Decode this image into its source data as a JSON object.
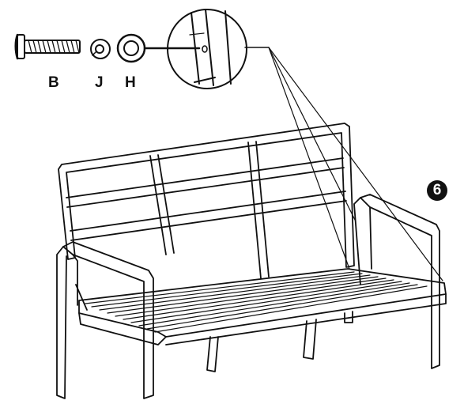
{
  "parts": {
    "screw": {
      "label": "B",
      "icon": "screw-icon"
    },
    "spring_washer": {
      "label": "J",
      "icon": "spring-washer-icon"
    },
    "flat_washer": {
      "label": "H",
      "icon": "flat-washer-icon"
    }
  },
  "step": {
    "number": "6"
  },
  "detail": {
    "icon": "magnifier-detail-icon"
  },
  "illustration": {
    "icon": "sofa-frame-icon"
  }
}
